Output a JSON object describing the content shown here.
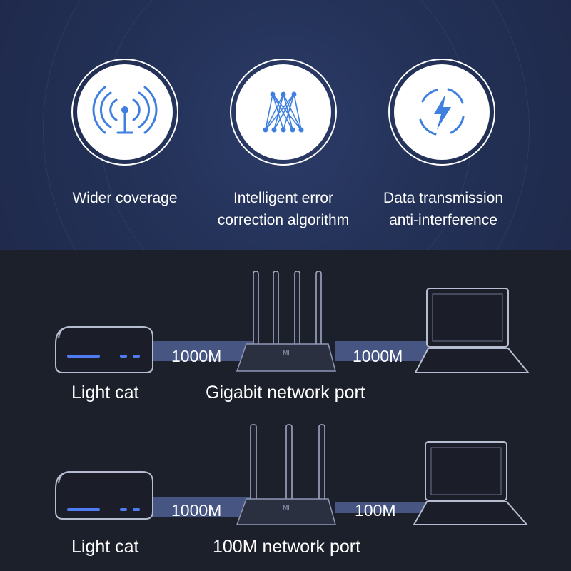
{
  "features": [
    {
      "icon": "antenna-signal-icon",
      "line1": "Wider coverage",
      "line2": ""
    },
    {
      "icon": "network-mesh-icon",
      "line1": "Intelligent error",
      "line2": "correction algorithm"
    },
    {
      "icon": "lightning-bolt-icon",
      "line1": "Data transmission",
      "line2": "anti-interference"
    }
  ],
  "gigabit_row": {
    "left_speed": "1000M",
    "right_speed": "1000M",
    "source_label": "Light cat",
    "port_label": "Gigabit network port",
    "router_logo": "MI"
  },
  "fast_row": {
    "left_speed": "1000M",
    "right_speed": "100M",
    "source_label": "Light cat",
    "port_label": "100M network port",
    "router_logo": "MI"
  },
  "colors": {
    "top_bg": "#243259",
    "bottom_bg": "#1c202b",
    "accent_blue": "#3f7fe0",
    "cable_blue": "#6a82c8"
  }
}
